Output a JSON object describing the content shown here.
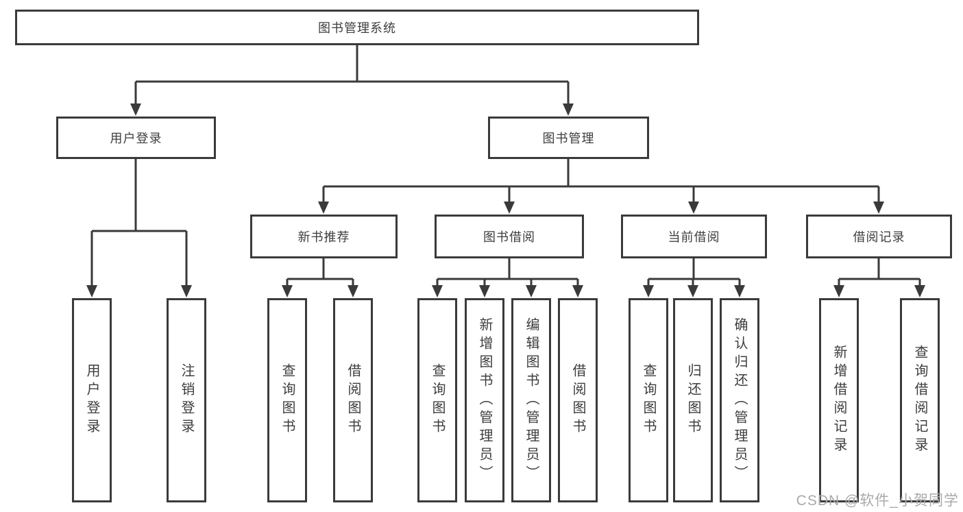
{
  "tree": {
    "root": "图书管理系统",
    "user": {
      "label": "用户登录",
      "children": [
        "用户登录",
        "注销登录"
      ]
    },
    "book": {
      "label": "图书管理",
      "groups": [
        {
          "label": "新书推荐",
          "children": [
            "查询图书",
            "借阅图书"
          ]
        },
        {
          "label": "图书借阅",
          "children": [
            "查询图书",
            "新增图书（管理员）",
            "编辑图书（管理员）",
            "借阅图书"
          ]
        },
        {
          "label": "当前借阅",
          "children": [
            "查询图书",
            "归还图书",
            "确认归还（管理员）"
          ]
        },
        {
          "label": "借阅记录",
          "children": [
            "新增借阅记录",
            "查询借阅记录"
          ]
        }
      ]
    }
  },
  "watermark": "CSDN @软件_小贺同学",
  "colors": {
    "line": "#3a3a3a",
    "box_border": "#3a3a3a",
    "text": "#3d3d3d",
    "watermark": "#a9a9a9",
    "background": "#ffffff"
  }
}
